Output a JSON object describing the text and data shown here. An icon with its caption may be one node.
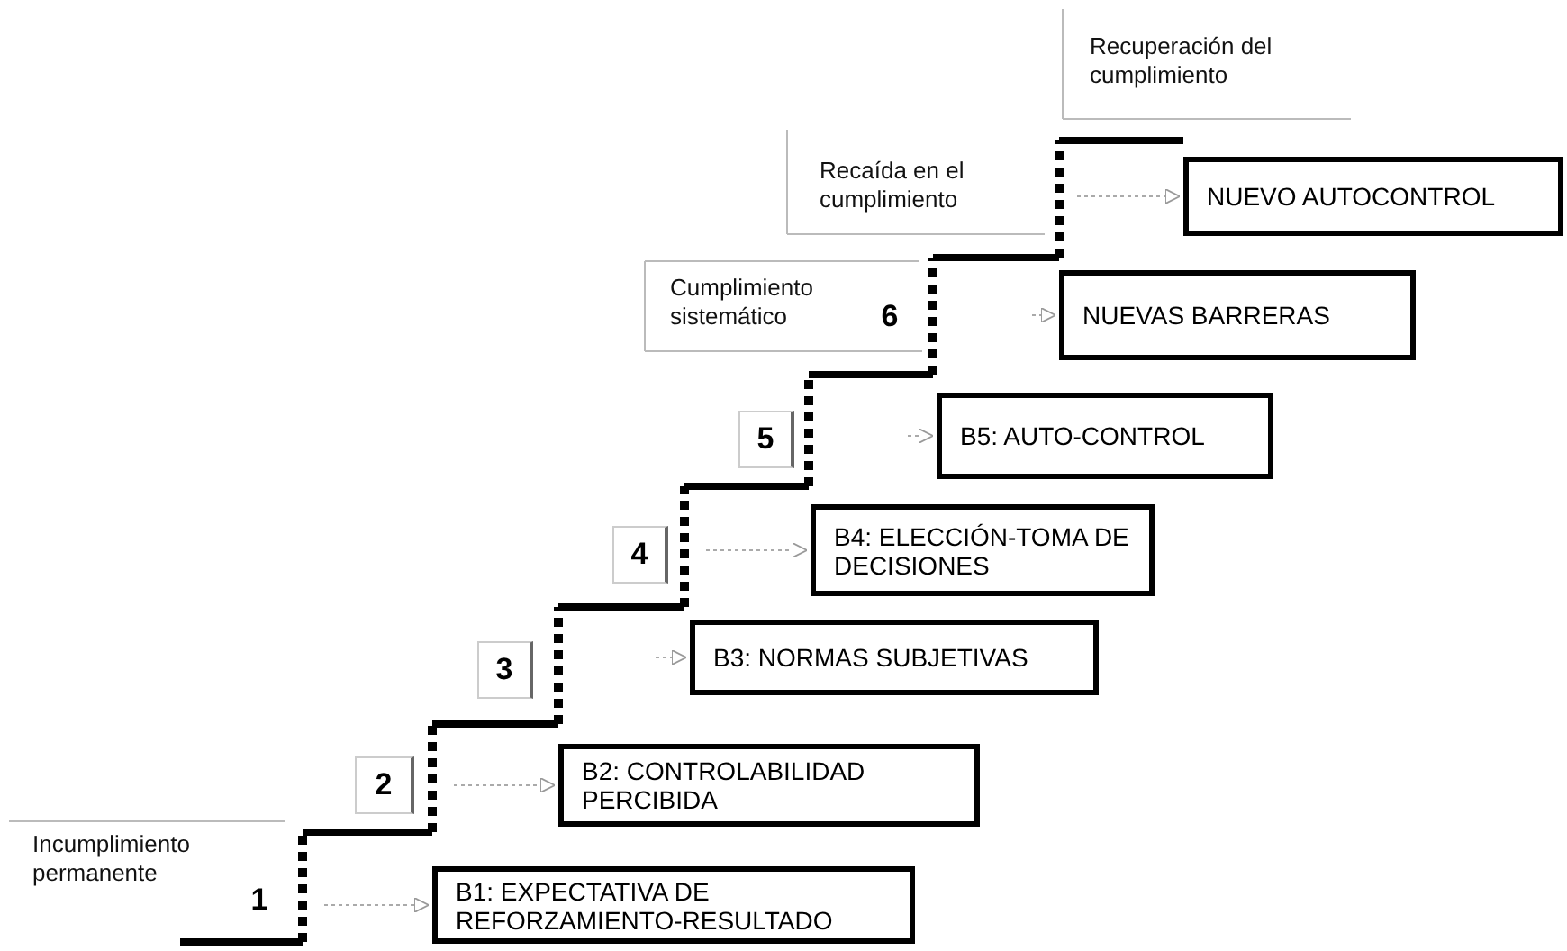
{
  "diagram": {
    "nodes": [
      {
        "text": [
          "B1: EXPECTATIVA DE REFORZAMIENTO-RESULTADO"
        ]
      },
      {
        "text": [
          "B2: CONTROLABILIDAD PERCIBIDA"
        ]
      },
      {
        "text": [
          "B3: NORMAS SUBJETIVAS"
        ]
      },
      {
        "text": [
          "B4: ELECCIÓN-TOMA DE DECISIONES"
        ]
      },
      {
        "text": [
          "B5: AUTO-CONTROL"
        ]
      },
      {
        "text": [
          "NUEVAS BARRERAS"
        ]
      },
      {
        "text": [
          "NUEVO AUTOCONTROL"
        ]
      }
    ],
    "edges": [
      {
        "from": null,
        "to": 0,
        "arrow": "to"
      },
      {
        "from": null,
        "to": 1,
        "arrow": "to"
      },
      {
        "from": null,
        "to": 2,
        "arrow": "to"
      },
      {
        "from": null,
        "to": 3,
        "arrow": "to"
      },
      {
        "from": null,
        "to": 4,
        "arrow": "to"
      },
      {
        "from": null,
        "to": 5,
        "arrow": "to"
      },
      {
        "from": null,
        "to": 6,
        "arrow": "to"
      }
    ],
    "labels": [
      "Recuperación del cumplimiento",
      "Recaída en el cumplimiento",
      "Cumplimiento sistemático",
      "6",
      "5",
      "4",
      "3",
      "2",
      "Incumplimiento permanente",
      "1"
    ]
  }
}
